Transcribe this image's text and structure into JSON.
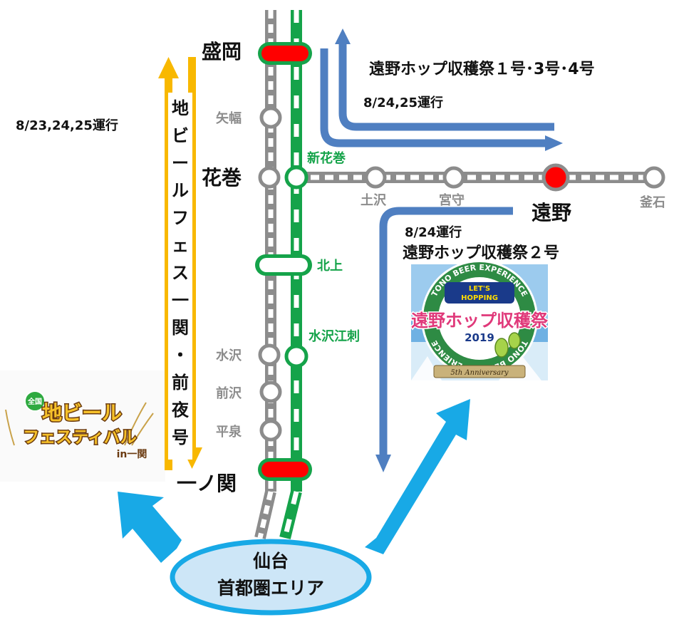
{
  "colors": {
    "jr_green": "#15a34a",
    "line_grey": "#8c8c8c",
    "festival_yellow": "#f8b800",
    "tono_blue": "#4f7fc1",
    "access_cyan": "#18a9e6",
    "station_red": "#ff0000",
    "hub_fill": "#cde6f7"
  },
  "stations": {
    "morioka": "盛岡",
    "yahaba": "矢幅",
    "hanamaki": "花巻",
    "shin_hanamaki": "新花巻",
    "kitakami": "北上",
    "mizusawa_esashi": "水沢江刺",
    "mizusawa": "水沢",
    "maesawa": "前沢",
    "hiraizumi": "平泉",
    "ichinoseki": "一ノ関",
    "tsuchizawa": "土沢",
    "miyamori": "宮守",
    "tono": "遠野",
    "kamaishi": "釜石"
  },
  "trains": {
    "jibeer_dates": "8/23,24,25運行",
    "jibeer_name": [
      "地",
      "ビ",
      "ー",
      "ル",
      "フ",
      "ェ",
      "ス",
      "一",
      "関",
      "・",
      "前",
      "夜",
      "号"
    ],
    "hop_1_3_4_name": "遠野ホップ収穫祭１号･3号･4号",
    "hop_1_3_4_dates": "8/24,25運行",
    "hop_2_dates": "8/24運行",
    "hop_2_name": "遠野ホップ収穫祭２号"
  },
  "hub": {
    "line1": "仙台",
    "line2": "首都圏エリア"
  },
  "logos": {
    "beer_fest": {
      "badge": "全国",
      "title_1": "地ビール",
      "title_2": "フェスティバル",
      "subtitle": "in一関"
    },
    "tono_fest": {
      "ring_top": "TONO BEER EXPERIENCE",
      "ring_bottom": "TONO BEER EXPERIENCE",
      "lets": "LET'S",
      "hopping": "HOPPING",
      "title": "遠野ホップ収穫祭",
      "year": "2019",
      "anniversary": "5th Anniversary"
    }
  }
}
